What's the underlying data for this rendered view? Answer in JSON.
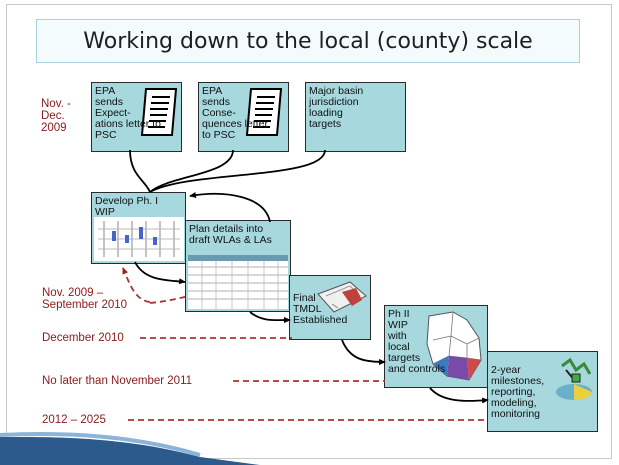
{
  "title": "Working down to the local (county) scale",
  "dates": {
    "d1": "Nov. -\nDec.\n2009",
    "d2": "Nov. 2009 –\nSeptember 2010",
    "d3": "December 2010",
    "d4": "No later than November 2011",
    "d5": "2012 – 2025"
  },
  "boxes": {
    "b1": "EPA\nsends\nExpect-\nations letter to\nPSC",
    "b2": "EPA\nsends\nConse-\nquences letter\nto PSC",
    "b3": "Major basin\njurisdiction\nloading\ntargets",
    "b4": "Develop Ph. I\nWIP",
    "b5": "Plan details into\ndraft WLAs & LAs",
    "b6": "Final\nTMDL\nEstablished",
    "b7": "Ph II\nWIP\nwith\nlocal\ntargets\nand controls",
    "b8": "2-year\nmilestones,\nreporting,\nmodeling,\nmonitoring"
  },
  "colors": {
    "box_fill": "#a6d8de",
    "date_text": "#8b1a1a",
    "dashed_line": "#b03030",
    "accent_stripe": "#2c5a8c"
  },
  "icons": [
    "document-icon",
    "document-icon",
    "map-icon",
    "map-icon",
    "chart-icon"
  ]
}
